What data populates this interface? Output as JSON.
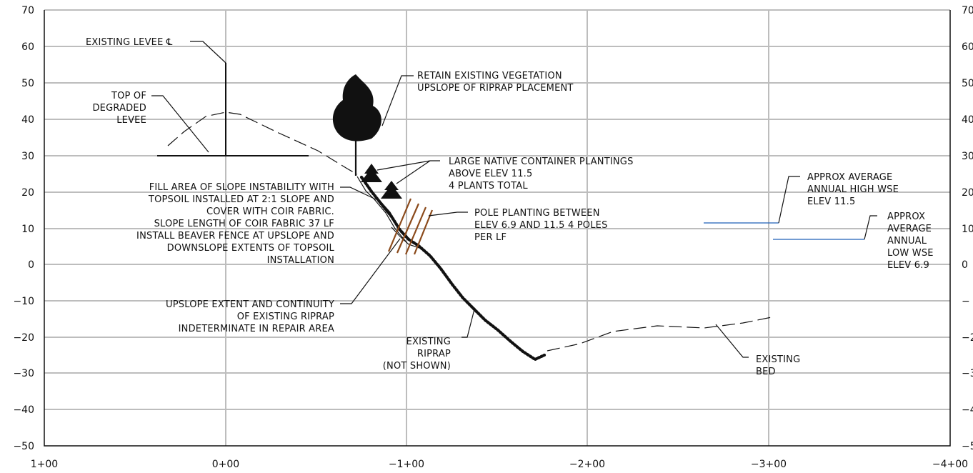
{
  "chart_data": {
    "type": "diagram",
    "x_ticks": [
      "1+00",
      "0+00",
      "−1+00",
      "−2+00",
      "−3+00",
      "−4+00"
    ],
    "y_ticks_left": [
      "70",
      "60",
      "50",
      "40",
      "30",
      "20",
      "10",
      "0",
      "−10",
      "−20",
      "−30",
      "−40",
      "−50"
    ],
    "y_ticks_right": [
      "70",
      "60",
      "50",
      "40",
      "30",
      "20",
      "10",
      "0",
      "−",
      "−2",
      "−3",
      "−4",
      "−5"
    ],
    "water_levels": [
      {
        "label": "APPROX AVERAGE ANNUAL HIGH WSE ELEV 11.5",
        "elev": 11.5
      },
      {
        "label": "APPROX AVERAGE ANNUAL LOW WSE ELEV 6.9",
        "elev": 6.9
      }
    ]
  },
  "annotations": {
    "existing_levee_cl": "EXISTING LEVEE ℄",
    "top_degraded": [
      "TOP OF",
      "DEGRADED",
      "LEVEE"
    ],
    "retain_vegetation": [
      "RETAIN EXISTING VEGETATION",
      "UPSLOPE OF RIPRAP PLACEMENT"
    ],
    "large_native": [
      "LARGE NATIVE CONTAINER  PLANTINGS",
      "ABOVE ELEV 11.5",
      "4 PLANTS TOTAL"
    ],
    "fill_area": [
      "FILL AREA OF SLOPE INSTABILITY WITH",
      "TOPSOIL INSTALLED AT 2:1 SLOPE AND",
      "COVER WITH COIR FABRIC.",
      "SLOPE LENGTH OF COIR FABRIC 37 LF",
      "INSTALL BEAVER FENCE AT UPSLOPE AND",
      "DOWNSLOPE EXTENTS OF TOPSOIL",
      "INSTALLATION"
    ],
    "pole_planting": [
      "POLE PLANTING BETWEEN",
      "ELEV 6.9 AND 11.5 4 POLES",
      "PER LF"
    ],
    "upslope_extent": [
      "UPSLOPE EXTENT AND CONTINUITY",
      "OF EXISTING RIPRAP",
      "INDETERMINATE IN REPAIR AREA"
    ],
    "existing_riprap": [
      "EXISTING",
      "RIPRAP",
      "(NOT SHOWN)"
    ],
    "existing_bed": [
      "EXISTING",
      "BED"
    ],
    "approx_high": [
      "APPROX AVERAGE",
      "ANNUAL HIGH WSE",
      "ELEV 11.5"
    ],
    "approx_low": [
      "APPROX",
      "AVERAGE",
      "ANNUAL",
      "LOW WSE",
      "ELEV 6.9"
    ]
  },
  "colors": {
    "water_line": "#1f5fb8",
    "pole_planting": "#8b4a1b",
    "grid": "#bdbdbd",
    "ink": "#111111"
  }
}
